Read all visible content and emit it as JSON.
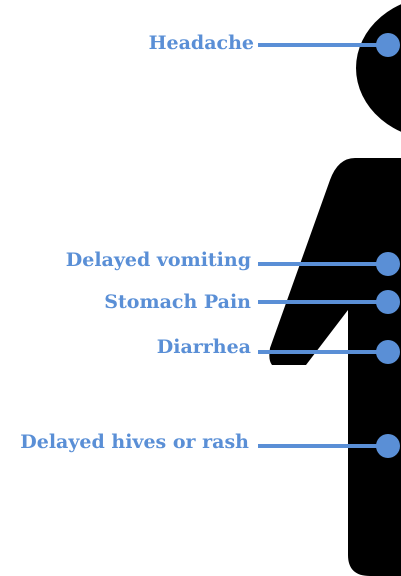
{
  "diagram": {
    "colors": {
      "figure": "#000000",
      "accent": "#5a8fd6",
      "background": "#ffffff"
    },
    "symptoms": [
      {
        "id": "headache",
        "label": "Headache"
      },
      {
        "id": "delayed-vomiting",
        "label": "Delayed vomiting"
      },
      {
        "id": "stomach-pain",
        "label": "Stomach Pain"
      },
      {
        "id": "diarrhea",
        "label": "Diarrhea"
      },
      {
        "id": "delayed-hives-or-rash",
        "label": "Delayed hives or rash"
      }
    ]
  }
}
